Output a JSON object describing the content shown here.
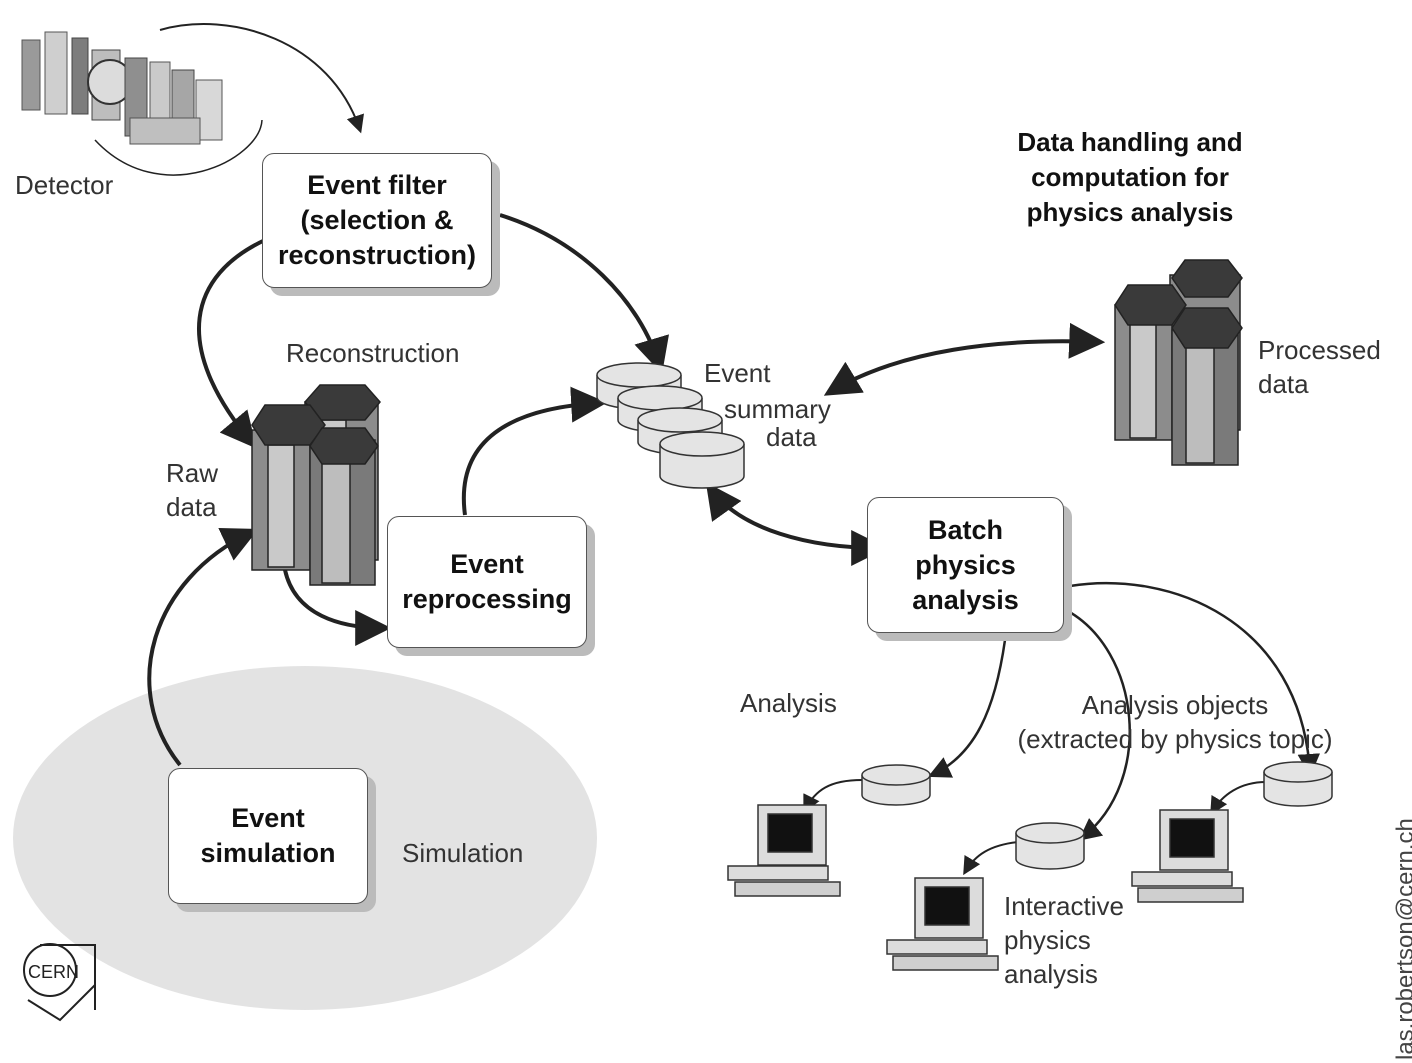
{
  "title": "Data handling and\ncomputation for\nphysics analysis",
  "boxes": {
    "event_filter": "Event filter\n(selection &\nreconstruction)",
    "event_reprocessing": "Event\nreprocessing",
    "batch_physics_analysis": "Batch\nphysics\nanalysis",
    "event_simulation": "Event\nsimulation"
  },
  "labels": {
    "detector": "Detector",
    "reconstruction": "Reconstruction",
    "raw_data": "Raw\ndata",
    "event_summary_data_1": "Event",
    "event_summary_data_2": "summary",
    "event_summary_data_3": "data",
    "processed_data": "Processed\ndata",
    "analysis": "Analysis",
    "analysis_objects": "Analysis objects\n(extracted by physics topic)",
    "interactive_physics_analysis": "Interactive\nphysics\nanalysis",
    "simulation": "Simulation",
    "logo_text": "CERN",
    "side_credit": "las.robertson@cern.ch"
  },
  "icons": [
    "detector-icon",
    "raw-data-storage-icon",
    "processed-data-storage-icon",
    "event-summary-data-disks-icon",
    "analysis-object-disk-icon",
    "workstation-icon",
    "cern-logo-icon"
  ],
  "colors": {
    "storage_top": "#3a3a3a",
    "storage_side": "#8c8c8c",
    "disk_fill": "#e4e4e4",
    "simulation_ellipse": "#e3e3e3",
    "box_shadow": "#bbbbbb",
    "line": "#333333"
  }
}
